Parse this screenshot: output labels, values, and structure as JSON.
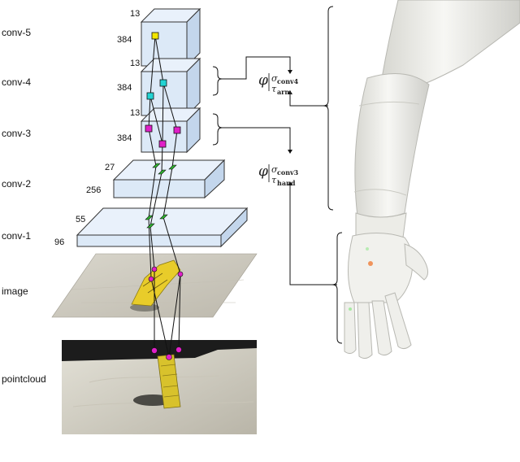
{
  "layers": [
    {
      "name": "conv-5",
      "top_size": "13",
      "side_size": "384"
    },
    {
      "name": "conv-4",
      "top_size": "13",
      "side_size": "384"
    },
    {
      "name": "conv-3",
      "top_size": "13",
      "side_size": "384"
    },
    {
      "name": "conv-2",
      "top_size": "27",
      "side_size": "256"
    },
    {
      "name": "conv-1",
      "top_size": "55",
      "side_size": "96"
    }
  ],
  "inputs": {
    "image_label": "image",
    "pointcloud_label": "pointcloud"
  },
  "annotations": {
    "arm": {
      "phi": "φ",
      "sigma": "σ",
      "sigma_sub": "conv4",
      "tau": "τ",
      "tau_sub": "arm"
    },
    "hand": {
      "phi": "φ",
      "sigma": "σ",
      "sigma_sub": "conv3",
      "tau": "τ",
      "tau_sub": "hand"
    }
  },
  "colors": {
    "box_fill": "#dce9f7",
    "box_side": "#c3d6ec",
    "box_top": "#e9f1fb",
    "box_stroke": "#333333",
    "conv5_marker": "#f2e600",
    "conv4_marker": "#22d3d3",
    "conv3_marker": "#e020c8",
    "low_marker": "#2fb52f",
    "point_marker": "#e020c8"
  }
}
